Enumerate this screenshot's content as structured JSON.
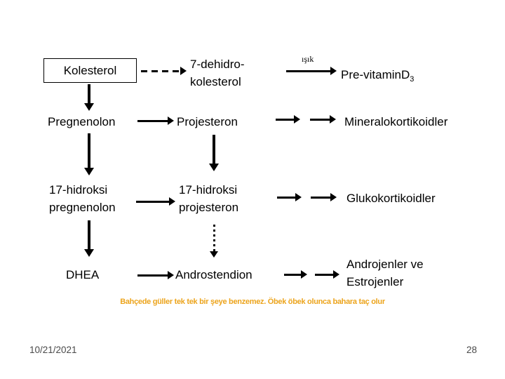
{
  "colors": {
    "background": "#ffffff",
    "diagram_text": "#000000",
    "arrow": "#000000",
    "quote": "#eca41c",
    "footer": "#4a4a4a"
  },
  "diagram": {
    "nodes": {
      "kolesterol": {
        "label": "Kolesterol"
      },
      "dehidrokolesterol": {
        "label": "7-dehidro-\nkolesterol"
      },
      "previtamin_d3": {
        "base": "Pre-vitaminD",
        "sub": "3"
      },
      "pregnenolon": {
        "label": "Pregnenolon"
      },
      "projesteron": {
        "label": "Projesteron"
      },
      "mineralokortikoidler": {
        "label": "Mineralokortikoidler"
      },
      "hidroksi_pregnenolon": {
        "label": "17-hidroksi\npregnenolon"
      },
      "hidroksi_projesteron": {
        "label": "17-hidroksi\nprojesteron"
      },
      "glukokortikoidler": {
        "label": "Glukokortikoidler"
      },
      "dhea": {
        "label": "DHEA"
      },
      "androstendion": {
        "label": "Androstendion"
      },
      "androjenler_estrojenler": {
        "label": "Androjenler ve\nEstrojenler"
      }
    },
    "edge_labels": {
      "isik": "ışık"
    },
    "edges": [
      {
        "from": "Kolesterol",
        "to": "7-dehidro-kolesterol",
        "style": "dashed"
      },
      {
        "from": "7-dehidro-kolesterol",
        "to": "Pre-vitaminD3",
        "style": "solid",
        "label": "ışık"
      },
      {
        "from": "Kolesterol",
        "to": "Pregnenolon",
        "style": "solid"
      },
      {
        "from": "Pregnenolon",
        "to": "Projesteron",
        "style": "solid"
      },
      {
        "from": "Projesteron",
        "to": "Mineralokortikoidler",
        "style": "double-arrow"
      },
      {
        "from": "Pregnenolon",
        "to": "17-hidroksi pregnenolon",
        "style": "solid"
      },
      {
        "from": "Projesteron",
        "to": "17-hidroksi projesteron",
        "style": "solid"
      },
      {
        "from": "17-hidroksi pregnenolon",
        "to": "17-hidroksi projesteron",
        "style": "solid"
      },
      {
        "from": "17-hidroksi projesteron",
        "to": "Glukokortikoidler",
        "style": "double-arrow"
      },
      {
        "from": "17-hidroksi pregnenolon",
        "to": "DHEA",
        "style": "solid"
      },
      {
        "from": "17-hidroksi projesteron",
        "to": "Androstendion",
        "style": "dotted"
      },
      {
        "from": "DHEA",
        "to": "Androstendion",
        "style": "solid"
      },
      {
        "from": "Androstendion",
        "to": "Androjenler ve Estrojenler",
        "style": "double-arrow"
      }
    ]
  },
  "footer": {
    "quote": "Bahçede güller tek tek bir şeye benzemez. Öbek öbek olunca bahara taç olur",
    "date": "10/21/2021",
    "page_number": "28"
  }
}
